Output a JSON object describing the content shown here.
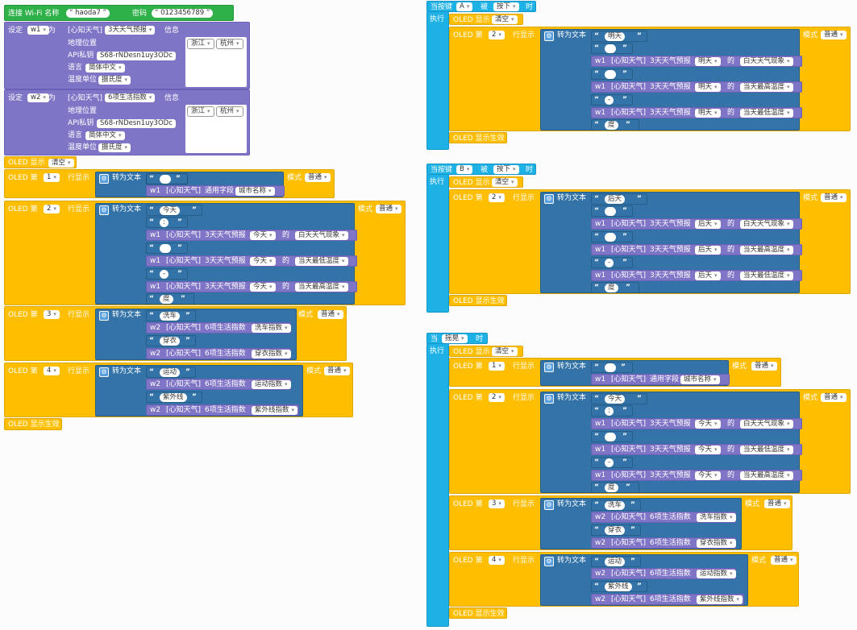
{
  "wifi": {
    "label": "连接 Wi-Fi 名称",
    "ssid": "haoda7",
    "pwd_label": "密码",
    "pwd": "0123456789"
  },
  "w1": {
    "set_label": "设定",
    "var": "w1",
    "as": "为",
    "service": "[心知天气]",
    "type": "3天天气预报",
    "info": "信息",
    "loc_label": "地理位置",
    "prov": "浙江",
    "city": "杭州",
    "key_label": "API私钥",
    "key": "S68-rNDesn1uy3ODc",
    "lang_label": "语言",
    "lang": "简体中文",
    "unit_label": "温度单位",
    "unit": "摄氏度"
  },
  "w2": {
    "set_label": "设定",
    "var": "w2",
    "as": "为",
    "service": "[心知天气]",
    "type": "6项生活指数",
    "info": "信息",
    "loc_label": "地理位置",
    "prov": "浙江",
    "city": "杭州",
    "key_label": "API私钥",
    "key": "S68-rNDesn1uy3ODc",
    "lang_label": "语言",
    "lang": "简体中文",
    "unit_label": "温度单位",
    "unit": "摄氏度"
  },
  "oled": {
    "show": "OLED 显示",
    "clear": "清空",
    "line": "OLED 第",
    "line_show": "行显示",
    "to_text": "转为文本",
    "mode": "模式",
    "normal": "普通",
    "effect": "OLED 显示生效"
  },
  "words": {
    "today": "今天",
    "tomorrow": "明天",
    "after": "后天",
    "colon": ":",
    "space": " ",
    "dash": "-",
    "deg": "度",
    "of": "的",
    "forecast3": "3天天气预报",
    "common": "通用字段",
    "city_name": "城市名称",
    "day_weather": "白天天气现象",
    "low": "当天最低温度",
    "high": "当天最高温度",
    "life6": "6项生活指数",
    "wash": "洗车",
    "wash_idx": "洗车指数",
    "dress": "穿衣",
    "dress_idx": "穿衣指数",
    "sport": "运动",
    "sport_idx": "运动指数",
    "uv": "紫外线",
    "uv_idx": "紫外线指数"
  },
  "events": {
    "when": "当按键",
    "pressed": "被",
    "press": "按下",
    "then": "时",
    "do": "执行",
    "btnA": "A",
    "btnB": "B",
    "shake_when": "当",
    "shake": "摇晃"
  },
  "nums": {
    "n1": "1",
    "n2": "2",
    "n3": "3",
    "n4": "4"
  }
}
